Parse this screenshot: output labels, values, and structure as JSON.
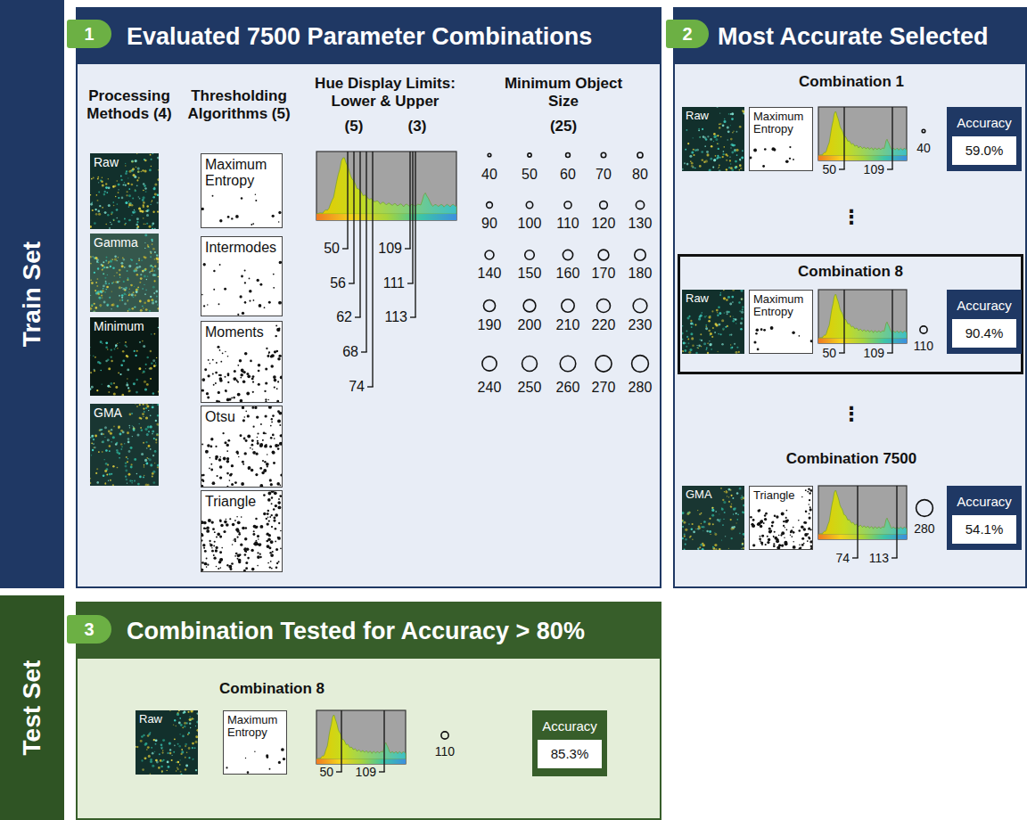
{
  "diagram": {
    "nodes": [
      {
        "text": [
          "Train Set"
        ]
      },
      {
        "text": [
          "Evaluated 7500 Parameter Combinations"
        ]
      },
      {
        "text": [
          "1"
        ],
        "in": 1
      },
      {
        "text": [
          "Raw"
        ],
        "in": 1
      },
      {
        "text": [
          "Gamma"
        ],
        "in": 1
      },
      {
        "text": [
          "Minimum"
        ],
        "in": 1
      },
      {
        "text": [
          "GMA"
        ],
        "in": 1
      },
      {
        "text": [
          "Maximum Entropy"
        ],
        "in": 1
      },
      {
        "text": [
          "Intermodes"
        ],
        "in": 1
      },
      {
        "text": [
          "Moments"
        ],
        "in": 1
      },
      {
        "text": [
          "Otsu"
        ],
        "in": 1
      },
      {
        "text": [
          "Triangle"
        ],
        "in": 1
      },
      {
        "text": [
          "Most Accurate Selected"
        ]
      },
      {
        "text": [
          "2"
        ],
        "in": 12
      },
      {
        "text": [
          "Raw"
        ],
        "in": 12
      },
      {
        "text": [
          "Maximum Entropy"
        ],
        "in": 12
      },
      {
        "text": [
          "Accuracy",
          "59.0%"
        ],
        "in": 12
      },
      {
        "text": [
          "Combination 8"
        ],
        "in": 12
      },
      {
        "text": [
          "Raw"
        ],
        "in": 17
      },
      {
        "text": [
          "Maximum Entropy"
        ],
        "in": 17
      },
      {
        "text": [
          "Accuracy",
          "90.4%"
        ],
        "in": 17
      },
      {
        "text": [
          "GMA"
        ],
        "in": 12
      },
      {
        "text": [
          "Triangle"
        ],
        "in": 12
      },
      {
        "text": [
          "Accuracy",
          "54.1%"
        ],
        "in": 12
      },
      {
        "text": [
          "Test Set"
        ]
      },
      {
        "text": [
          "Combination Tested for Accuracy > 80%"
        ]
      },
      {
        "text": [
          "3"
        ],
        "in": 25
      },
      {
        "text": [
          "Raw"
        ],
        "in": 25
      },
      {
        "text": [
          "Maximum Entropy"
        ],
        "in": 25
      },
      {
        "text": [
          "Accuracy",
          "85.3%"
        ],
        "in": 25
      }
    ],
    "labels": [
      "Processing Methods (4)",
      "Thresholding Algorithms (5)",
      "Hue Display Limits: Lower & Upper",
      "(5)",
      "(3)",
      "Minimum Object Size",
      "(25)",
      "50",
      "56",
      "62",
      "68",
      "74",
      "109",
      "111",
      "113",
      "40",
      "50",
      "60",
      "70",
      "80",
      "90",
      "100",
      "110",
      "120",
      "130",
      "140",
      "150",
      "160",
      "170",
      "180",
      "190",
      "200",
      "210",
      "220",
      "230",
      "240",
      "250",
      "260",
      "270",
      "280",
      "Combination 1",
      "50",
      "109",
      "40",
      "⋮",
      "50",
      "109",
      "110",
      "⋮",
      "Combination 7500",
      "74",
      "113",
      "280",
      "Combination 8",
      "50",
      "109",
      "110"
    ]
  }
}
